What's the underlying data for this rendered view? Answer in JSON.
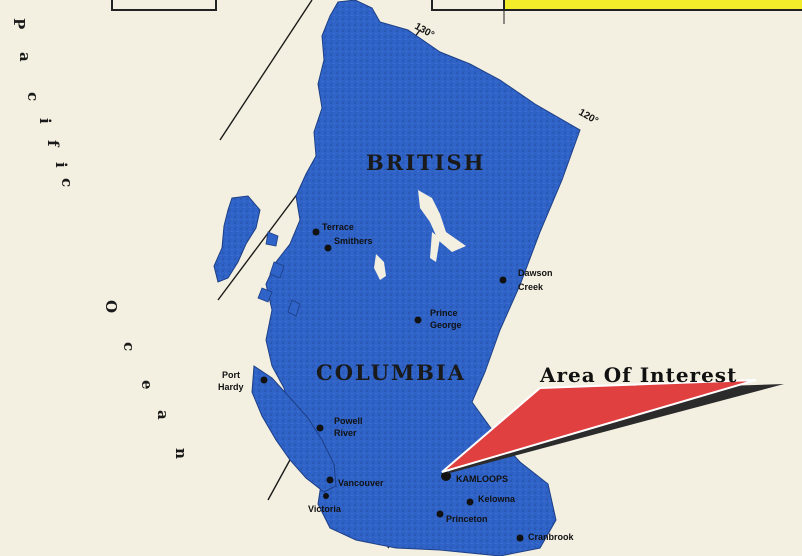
{
  "map": {
    "region_label_line1": "BRITISH",
    "region_label_line2": "COLUMBIA",
    "ocean_word_1": "Pacific",
    "ocean_word_2": "Ocean",
    "meridians": [
      "130°",
      "120°"
    ],
    "callout": "Area Of Interest",
    "cities": [
      {
        "name": "Terrace"
      },
      {
        "name": "Smithers"
      },
      {
        "name": "Dawson"
      },
      {
        "name": "Creek"
      },
      {
        "name": "Prince"
      },
      {
        "name": "George"
      },
      {
        "name": "Port"
      },
      {
        "name": "Hardy"
      },
      {
        "name": "Powell"
      },
      {
        "name": "River"
      },
      {
        "name": "Vancouver"
      },
      {
        "name": "Victoria"
      },
      {
        "name": "KAMLOOPS"
      },
      {
        "name": "Kelowna"
      },
      {
        "name": "Princeton"
      },
      {
        "name": "Cranbrook"
      }
    ],
    "colors": {
      "land": "#2f63c8",
      "paper": "#f4f0e1",
      "callout_fill": "#e04040",
      "callout_shadow": "#2b2b2b",
      "legend_yellow": "#f2ec2a"
    }
  }
}
